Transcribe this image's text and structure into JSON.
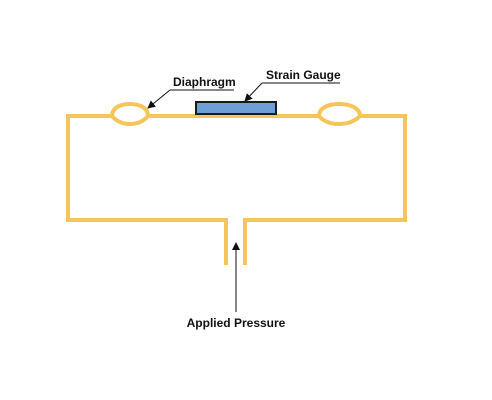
{
  "labels": {
    "diaphragm": "Diaphragm",
    "strain_gauge": "Strain Gauge",
    "applied_pressure": "Applied Pressure"
  },
  "colors": {
    "chamber_wall": "#F5C55A",
    "gauge_fill": "#6E9FD6",
    "gauge_stroke": "#1A1A1A",
    "text": "#111111",
    "leader": "#111111",
    "background": "#FFFFFF"
  }
}
